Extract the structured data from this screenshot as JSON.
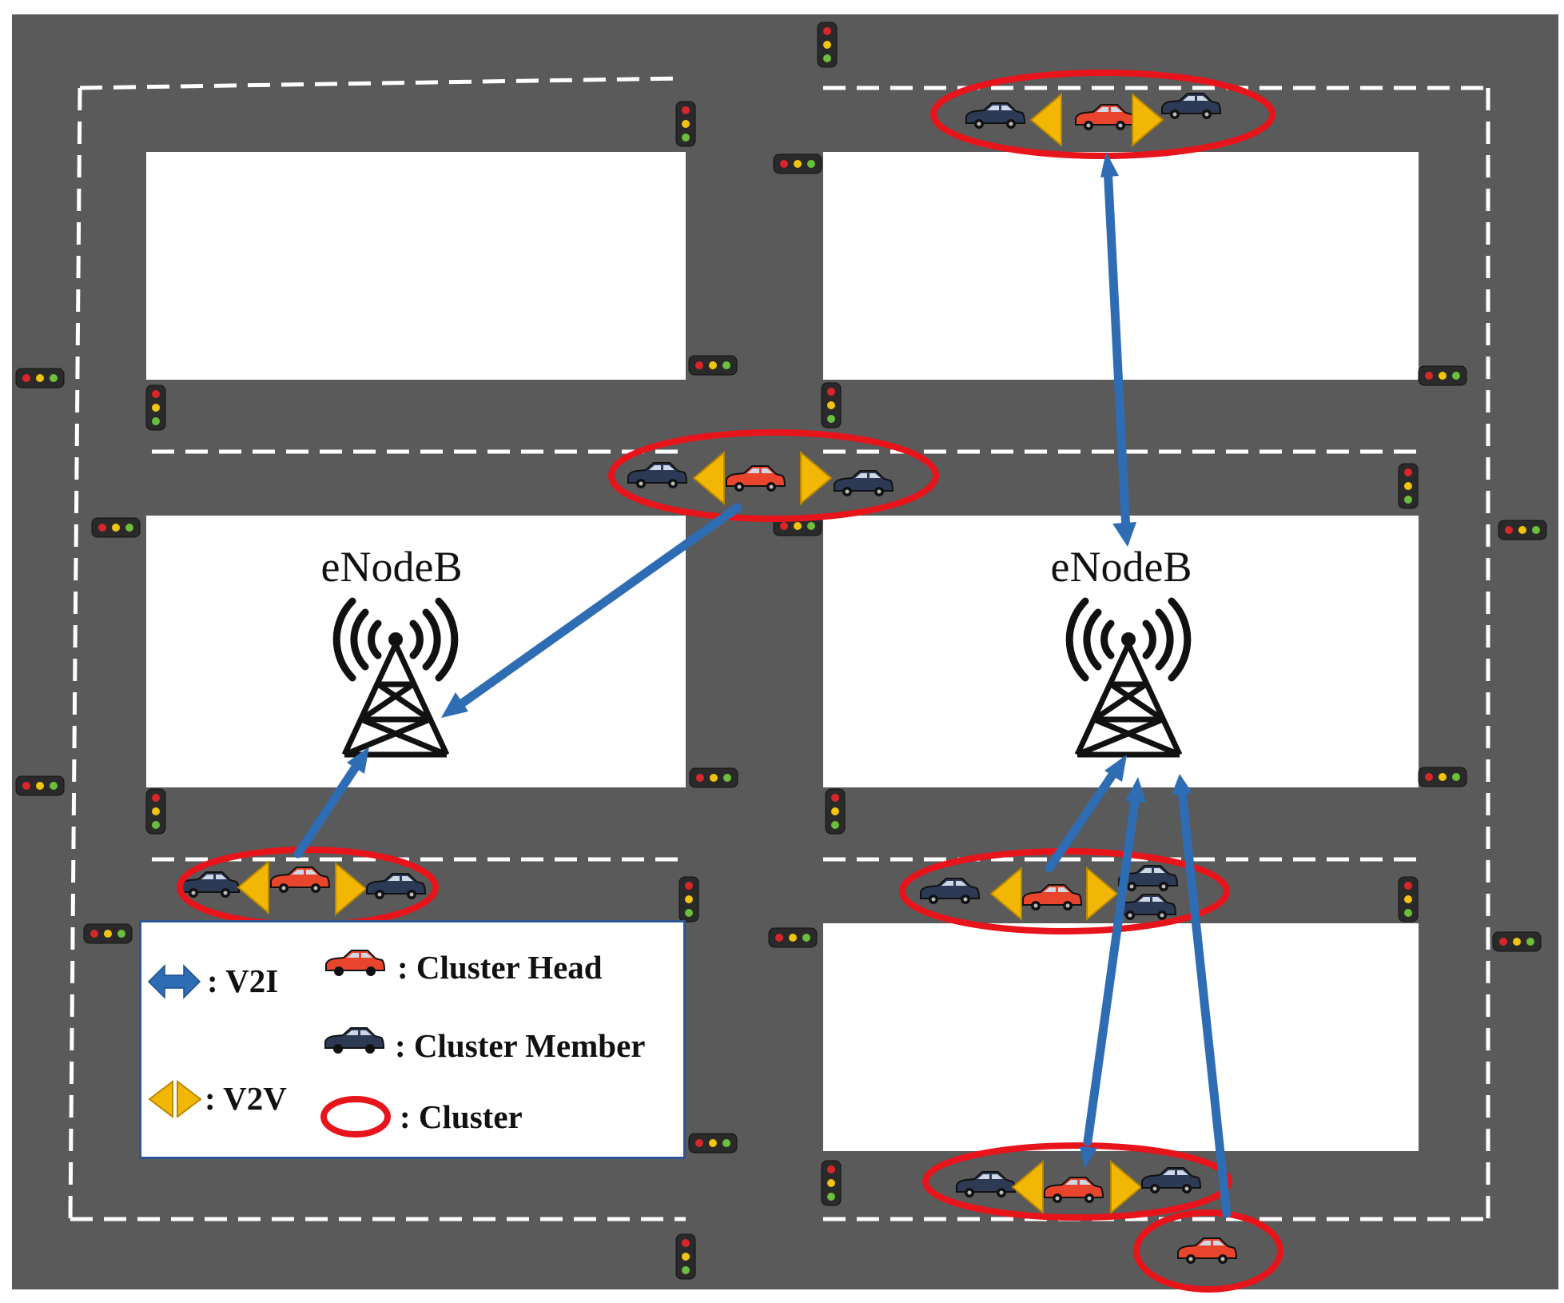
{
  "colors": {
    "road": "#5a5a5a",
    "block": "#ffffff",
    "lane_marking": "#ffffff",
    "v2i_link": "#2e6db4",
    "v2v_arrow": "#f2b705",
    "cluster_ring": "#e8141b",
    "cluster_head_car": "#e8452c",
    "cluster_member_car": "#2d3a56",
    "legend_border": "#2e5596"
  },
  "towers": [
    {
      "label": "eNodeB"
    },
    {
      "label": "eNodeB"
    }
  ],
  "legend": {
    "v2i": ": V2I",
    "cluster_head": ": Cluster Head",
    "cluster_member": ": Cluster Member",
    "v2v": ": V2V",
    "cluster": ": Cluster"
  },
  "icons": {
    "tower": "cell-tower-icon",
    "traffic_light": "traffic-light-icon",
    "car": "car-icon",
    "v2i": "double-arrow-icon",
    "v2v": "triangle-pair-icon",
    "cluster": "ellipse-ring-icon"
  }
}
